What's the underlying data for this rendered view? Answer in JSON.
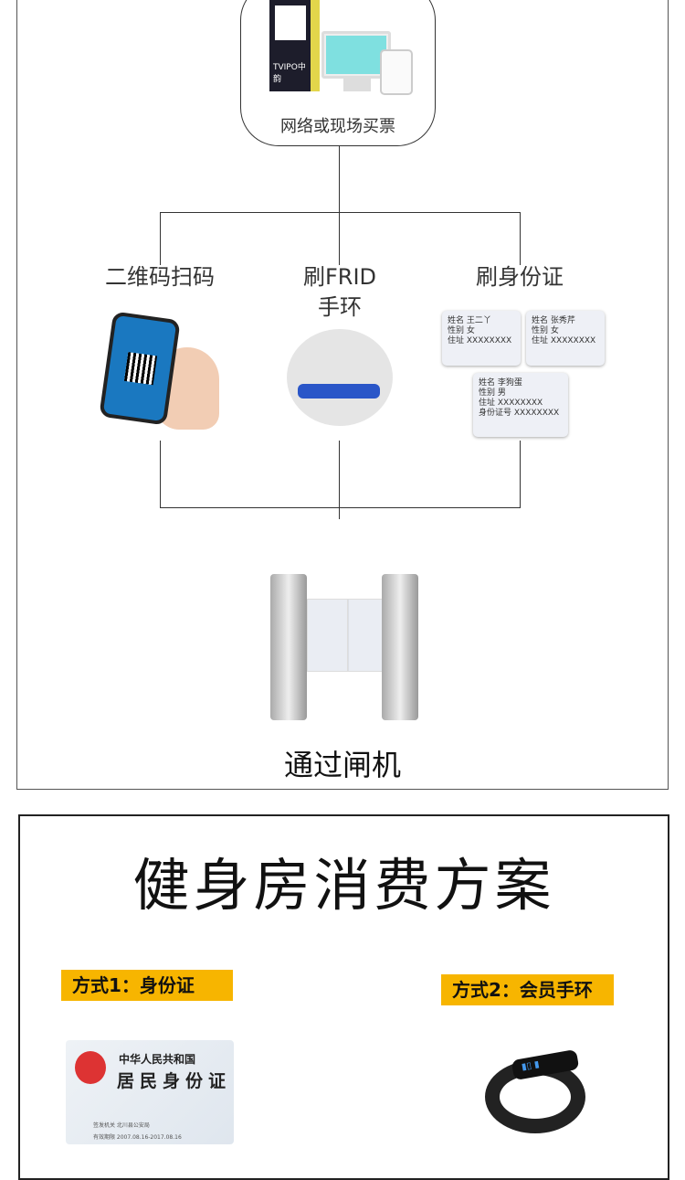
{
  "flow": {
    "purchase": {
      "label": "网络或现场买票",
      "kiosk_brand": "TVIPO中韵"
    },
    "methods": [
      {
        "label": "二维码扫码"
      },
      {
        "label": "刷FRID\n手环",
        "line1": "刷FRID",
        "line2": "手环"
      },
      {
        "label": "刷身份证"
      }
    ],
    "id_cards": [
      {
        "name": "王二丫",
        "gender": "女",
        "addr": "XXXXXXXX"
      },
      {
        "name": "张秀芹",
        "gender": "女",
        "addr": "XXXXXXXX"
      },
      {
        "name": "李狗蛋",
        "gender": "男",
        "addr": "XXXXXXXX",
        "id_no": "XXXXXXXX"
      }
    ],
    "card_fields": {
      "name": "姓名",
      "gender": "性别",
      "addr": "住址",
      "id_no": "身份证号"
    },
    "gate_label": "通过闸机"
  },
  "plan": {
    "title": "健身房消费方案",
    "method1": "方式1：身份证",
    "method2": "方式2：会员手环",
    "id_card": {
      "line1": "中华人民共和国",
      "line2": "居民身份证",
      "issuer": "签发机关  北川县公安局",
      "validity": "有效期限  2007.08.16-2017.08.16"
    }
  },
  "colors": {
    "tag_bg": "#f7b500",
    "border": "#222222"
  }
}
